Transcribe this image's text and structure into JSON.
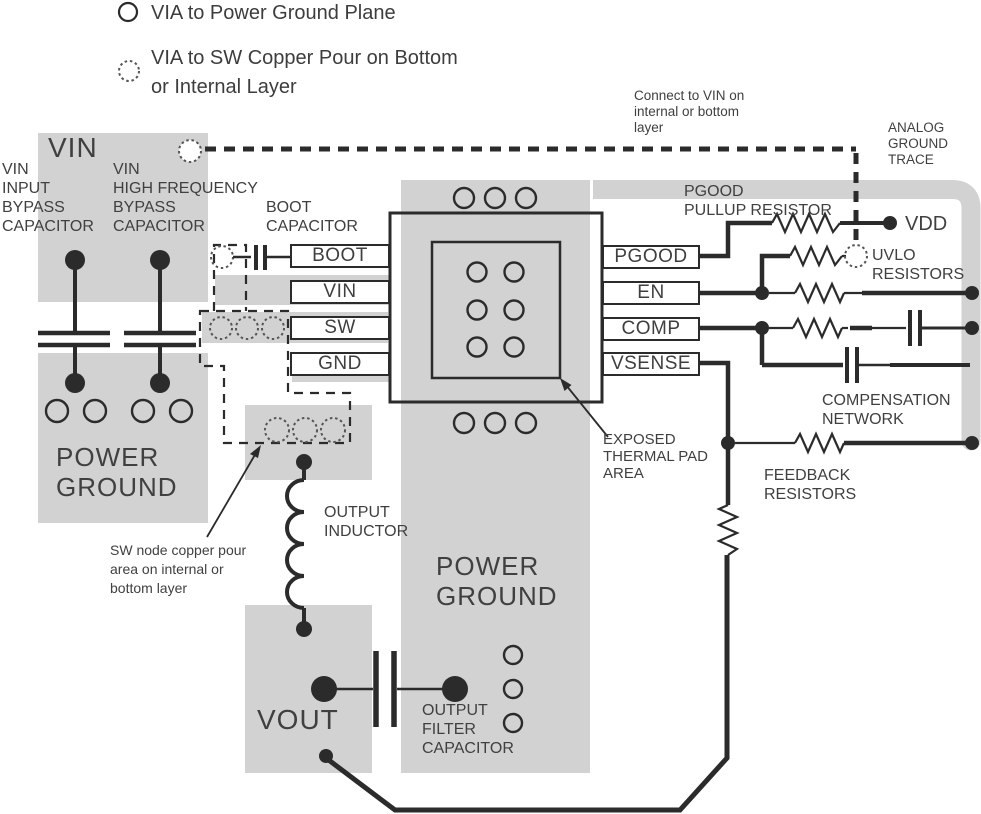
{
  "legend": {
    "item1_label": "VIA to Power Ground Plane",
    "item2_line1": "VIA to SW Copper Pour on Bottom",
    "item2_line2": "or Internal Layer"
  },
  "pins_left": [
    "BOOT",
    "VIN",
    "SW",
    "GND"
  ],
  "pins_right": [
    "PGOOD",
    "EN",
    "COMP",
    "VSENSE"
  ],
  "areas": {
    "vin": "VIN",
    "power_ground_left": [
      "POWER",
      "GROUND"
    ],
    "power_ground_center": [
      "POWER",
      "GROUND"
    ],
    "vout": "VOUT"
  },
  "labels": {
    "vin_input_bypass": [
      "VIN",
      "INPUT",
      "BYPASS",
      "CAPACITOR"
    ],
    "vin_hf_bypass": [
      "VIN",
      "HIGH FREQUENCY",
      "BYPASS",
      "CAPACITOR"
    ],
    "boot_capacitor": [
      "BOOT",
      "CAPACITOR"
    ],
    "connect_vin": [
      "Connect to VIN on",
      "internal or bottom",
      "layer"
    ],
    "analog_ground_trace": [
      "ANALOG",
      "GROUND",
      "TRACE"
    ],
    "pgood_pullup": [
      "PGOOD",
      "PULLUP RESISTOR"
    ],
    "vdd": "VDD",
    "uvlo_resistors": [
      "UVLO",
      "RESISTORS"
    ],
    "compensation_network": [
      "COMPENSATION",
      "NETWORK"
    ],
    "feedback_resistors": [
      "FEEDBACK",
      "RESISTORS"
    ],
    "exposed_thermal_pad": [
      "EXPOSED",
      "THERMAL PAD",
      "AREA"
    ],
    "sw_node_pour": [
      "SW node copper pour",
      "area on internal or",
      "bottom layer"
    ],
    "output_inductor": [
      "OUTPUT",
      "INDUCTOR"
    ],
    "output_filter_capacitor": [
      "OUTPUT",
      "FILTER",
      "CAPACITOR"
    ]
  },
  "colors": {
    "copper": "#d2d2d2",
    "line": "#2b2b2b",
    "text": "#404040"
  }
}
